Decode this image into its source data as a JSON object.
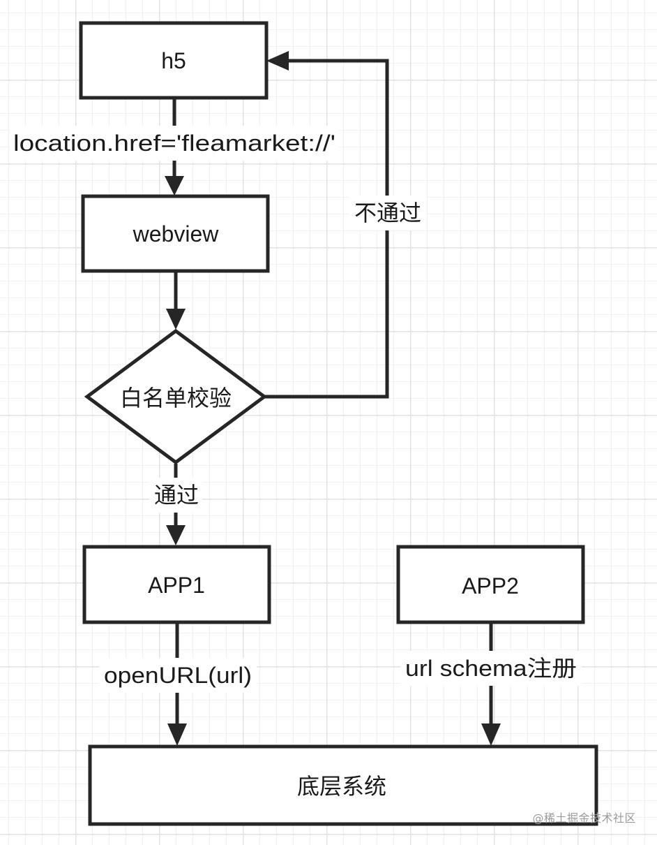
{
  "diagram": {
    "nodes": {
      "h5": {
        "label": "h5"
      },
      "webview": {
        "label": "webview"
      },
      "whitelist": {
        "label": "白名单校验"
      },
      "app1": {
        "label": "APP1"
      },
      "app2": {
        "label": "APP2"
      },
      "system": {
        "label": "底层系统"
      }
    },
    "edges": {
      "h5_to_webview": {
        "label": "location.href='fleamarket://'"
      },
      "webview_to_whitelist": {
        "label": ""
      },
      "whitelist_fail": {
        "label": "不通过"
      },
      "whitelist_pass": {
        "label": "通过"
      },
      "app1_to_system": {
        "label": "openURL(url)"
      },
      "app2_to_system": {
        "label": "url schema注册"
      }
    }
  },
  "watermark": "@稀土掘金技术社区",
  "colors": {
    "stroke": "#262626",
    "grid_major": "#e2e2e2",
    "grid_minor": "#f1f1f1",
    "watermark": "#9a9a9a"
  }
}
